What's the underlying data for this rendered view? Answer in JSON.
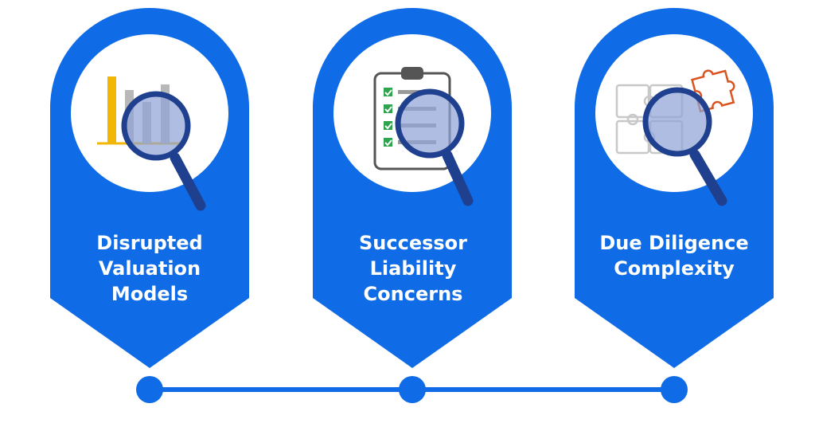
{
  "colors": {
    "primary_blue": "#0f6be6",
    "white": "#ffffff",
    "lens_blue": "#8fa3d6",
    "handle_navy": "#1f3f8f",
    "bar_gold": "#f2b705",
    "bar_gray": "#b8b8b8",
    "check_green": "#2ea44f",
    "puzzle_gray": "#c8c8c8",
    "puzzle_orange": "#d9541e"
  },
  "steps": [
    {
      "icon": "bar-chart-magnifier-icon",
      "lines": [
        "Disrupted",
        "Valuation",
        "Models"
      ]
    },
    {
      "icon": "clipboard-checklist-magnifier-icon",
      "lines": [
        "Successor",
        "Liability",
        "Concerns"
      ]
    },
    {
      "icon": "puzzle-magnifier-icon",
      "lines": [
        "Due Diligence",
        "Complexity"
      ]
    }
  ],
  "timeline": {
    "nodes": 3
  }
}
